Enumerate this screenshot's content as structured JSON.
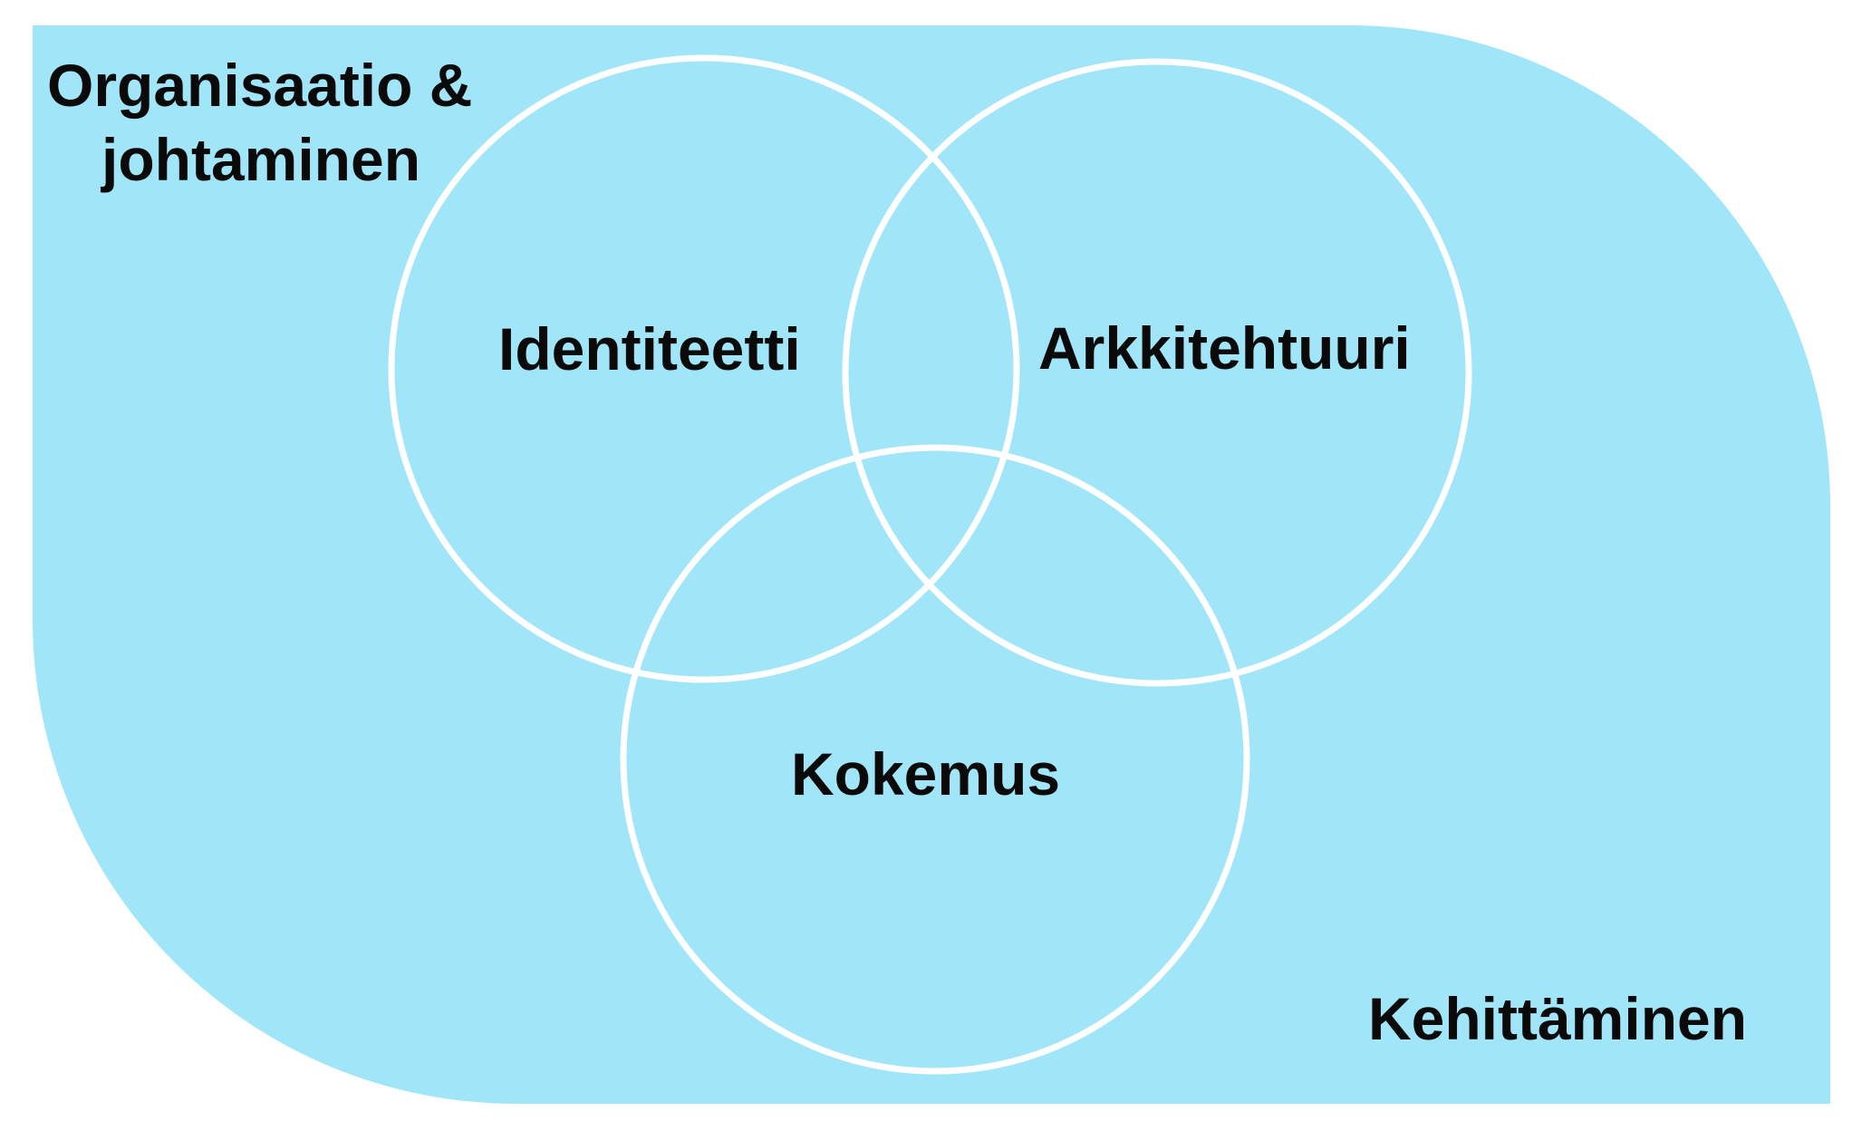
{
  "colors": {
    "background_shape": "#a0e6f8",
    "circle_stroke": "#ffffff",
    "text": "#0a0a0a",
    "page": "#ffffff"
  },
  "labels": {
    "organization_line1": "Organisaatio &",
    "organization_line2": "johtaminen",
    "development": "Kehittäminen"
  },
  "circles": {
    "identity": "Identiteetti",
    "architecture": "Arkkitehtuuri",
    "experience": "Kokemus"
  }
}
